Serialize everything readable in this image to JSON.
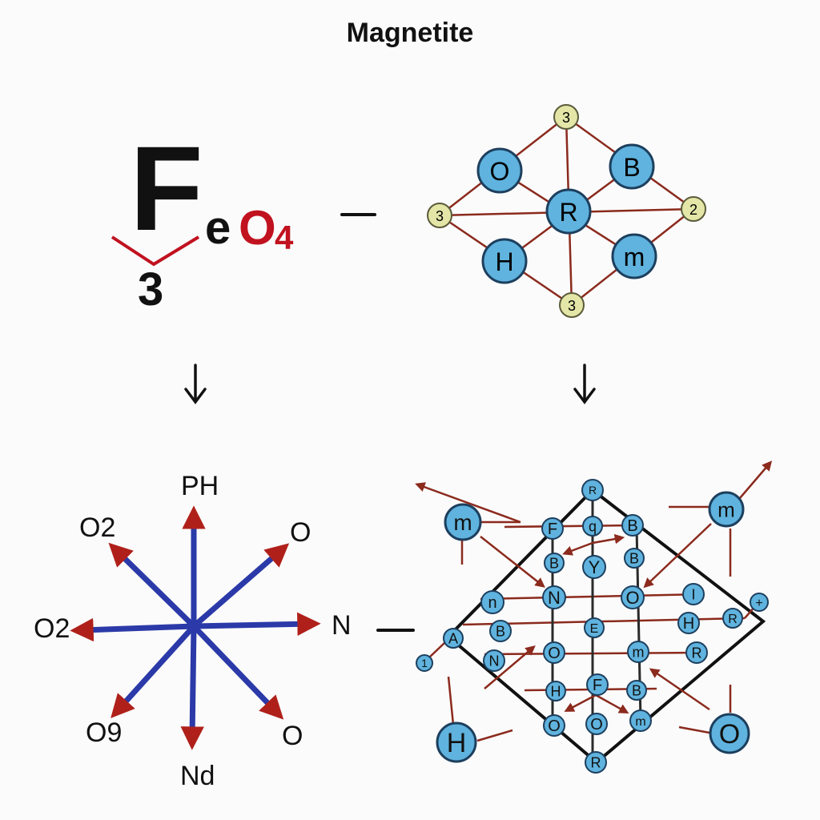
{
  "title": "Magnetite",
  "formula": {
    "main": "F",
    "e": "e",
    "o": "O",
    "subscript": "4",
    "below": "3"
  },
  "colors": {
    "node_fill": "#5fb3de",
    "node_stroke": "#1d3f5e",
    "small_node_fill": "#e3e6a6",
    "bond": "#8b2a1d",
    "arrow_blue": "#2b3aa8",
    "arrow_head": "#b0201a",
    "formula_red": "#c1121f"
  },
  "top_lattice": {
    "top": "3",
    "left": "3",
    "right": "2",
    "bottom": "3",
    "upper_left": "O",
    "upper_right": "B",
    "center": "R",
    "lower_left": "H",
    "lower_right": "m"
  },
  "star": {
    "up": "PH",
    "upper_left": "O2",
    "upper_right": "O",
    "left": "O2",
    "right": "N",
    "lower_left": "O9",
    "lower_right": "O",
    "down": "Nd"
  },
  "bottom_lattice": {
    "top": "R",
    "row1": [
      "F",
      "q",
      "B"
    ],
    "row2": [
      "B",
      "Y",
      "B"
    ],
    "row3": [
      "n",
      "N",
      "O",
      "I"
    ],
    "row4": [
      "A",
      "B",
      "E",
      "H",
      "R"
    ],
    "row5": [
      "N",
      "O",
      "m",
      "R"
    ],
    "row6": [
      "H",
      "F",
      "B"
    ],
    "row7": [
      "O",
      "O",
      "m"
    ],
    "bottom": "R",
    "outer_upper_left": "m",
    "outer_upper_right": "m",
    "outer_lower_left": "H",
    "outer_lower_right": "O",
    "far_left": "1",
    "far_right": "+"
  }
}
